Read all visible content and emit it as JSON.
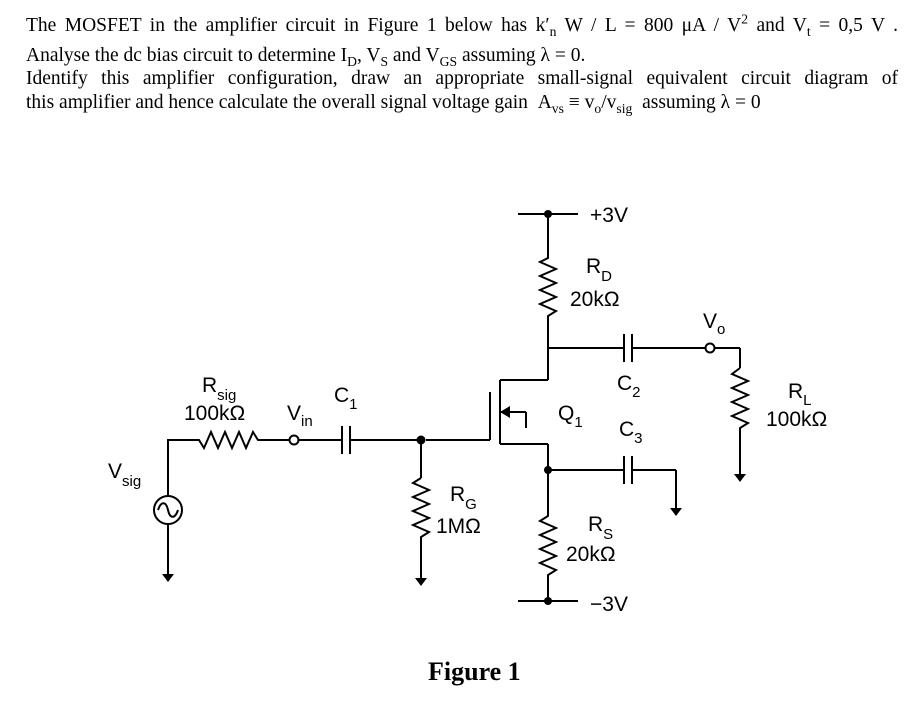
{
  "problem": {
    "line1": {
      "intro": "The MOSFET in the amplifier circuit in Figure 1 below has",
      "kn": "k′",
      "kn_sub": "n",
      "ratio": "W / L = 800 μA / V",
      "ratio_sup": "2",
      "and": "and",
      "vt": "V",
      "vt_sub": "t",
      "vt_val": "= 0,5 V ."
    },
    "line2": "Analyse the dc bias circuit to determine I_D, V_S and V_GS assuming λ = 0.",
    "line2_parts": {
      "a": "Analyse the dc bias circuit to determine I",
      "a_sub": "D",
      "b": ", V",
      "b_sub": "S",
      "c": " and V",
      "c_sub": "GS",
      "d": " assuming λ = 0."
    },
    "line3": "Identify this amplifier configuration, draw an appropriate small-signal equivalent circuit diagram of",
    "line4": {
      "text": "this amplifier and hence calculate the overall signal voltage gain",
      "gain": "A",
      "gain_sub": "vs",
      "eq": "≡ v",
      "vo_sub": "o",
      "slash": "/",
      "vsig": "v",
      "vsig_sub": "sig",
      "assume": "assuming λ = 0"
    }
  },
  "circuit": {
    "vdd": "+3V",
    "vss": "−3V",
    "rd": {
      "name": "R",
      "sub": "D",
      "value": "20kΩ"
    },
    "rs": {
      "name": "R",
      "sub": "S",
      "value": "20kΩ"
    },
    "rg": {
      "name": "R",
      "sub": "G",
      "value": "1MΩ"
    },
    "rsig": {
      "name": "R",
      "sub": "sig",
      "value": "100kΩ"
    },
    "rl": {
      "name": "R",
      "sub": "L",
      "value": "100kΩ"
    },
    "c1": {
      "name": "C",
      "sub": "1"
    },
    "c2": {
      "name": "C",
      "sub": "2"
    },
    "c3": {
      "name": "C",
      "sub": "3"
    },
    "q1": {
      "name": "Q",
      "sub": "1"
    },
    "vin": {
      "name": "V",
      "sub": "in"
    },
    "vo": {
      "name": "V",
      "sub": "o"
    },
    "vsig": {
      "name": "V",
      "sub": "sig"
    }
  },
  "figure_caption": "Figure 1"
}
